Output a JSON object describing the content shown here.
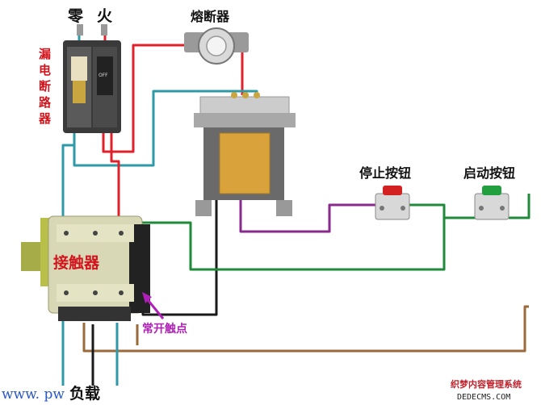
{
  "labels": {
    "neutral": "零",
    "live": "火",
    "breaker": [
      "漏",
      "电",
      "断",
      "路",
      "器"
    ],
    "fuse": "熔断器",
    "stop_button": "停止按钮",
    "start_button": "启动按钮",
    "contactor": "接触器",
    "no_contact": "常开触点",
    "load": "负载"
  },
  "watermark": {
    "left": "www. pw",
    "right_cn": "织梦内容管理系统",
    "right_en": "DEDECMS.COM"
  },
  "colors": {
    "red_wire": "#e0202a",
    "teal_wire": "#2e9aa8",
    "black_wire": "#1a1a1a",
    "purple_wire": "#8a2a8f",
    "green_wire": "#1f8a3a",
    "brown_wire": "#9a6a3a",
    "label_red": "#d4141c",
    "label_purple": "#b01fb8"
  }
}
